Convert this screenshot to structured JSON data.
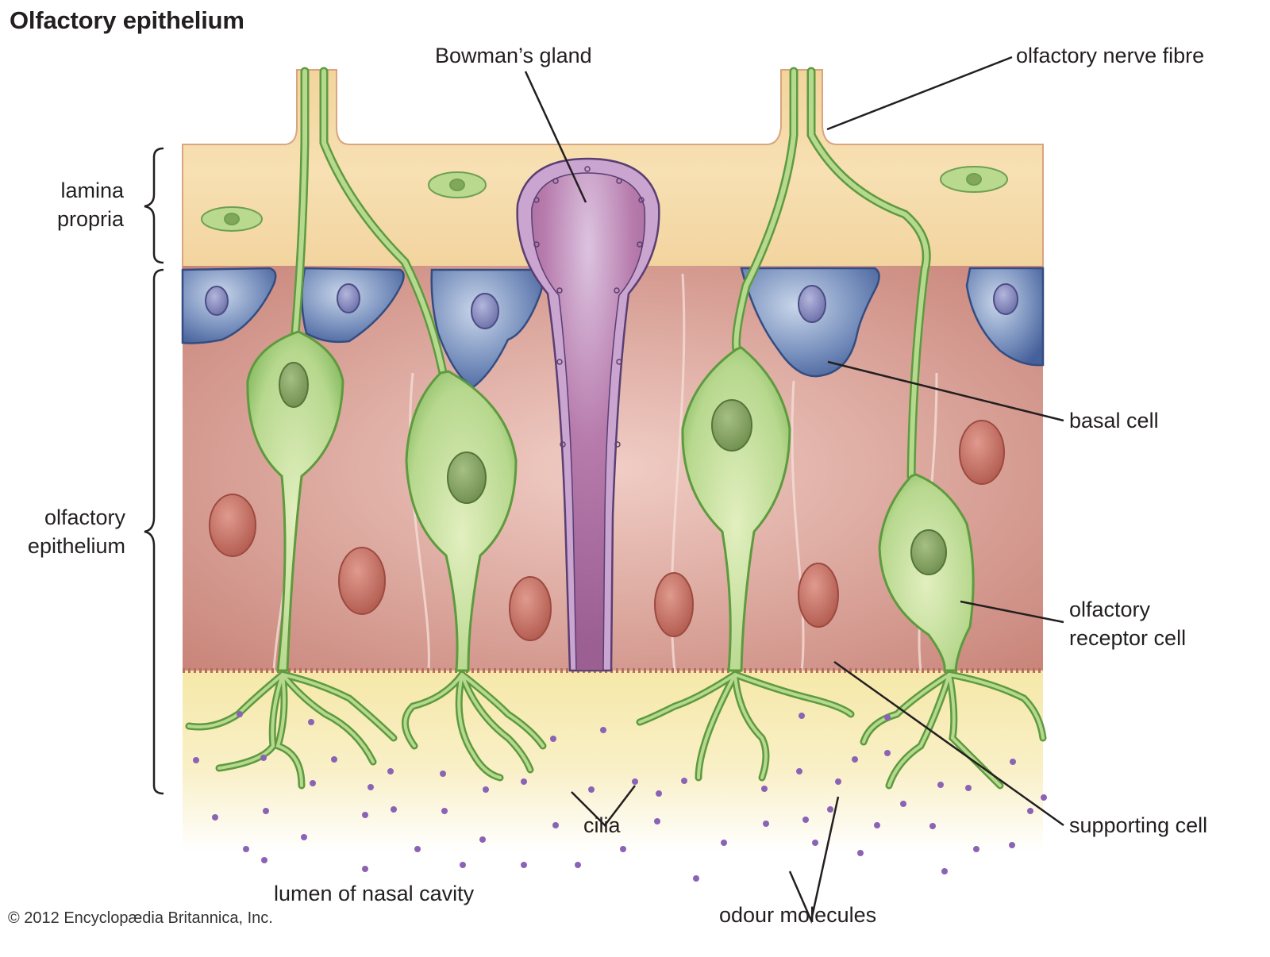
{
  "title": "Olfactory epithelium",
  "labels": {
    "bowmans_gland": "Bowman’s gland",
    "olfactory_nerve_fibre": "olfactory nerve fibre",
    "lamina_propria_line1": "lamina",
    "lamina_propria_line2": "propria",
    "olfactory_epithelium_line1": "olfactory",
    "olfactory_epithelium_line2": "epithelium",
    "basal_cell": "basal cell",
    "olfactory_receptor_cell_line1": "olfactory",
    "olfactory_receptor_cell_line2": "receptor cell",
    "supporting_cell": "supporting cell",
    "cilia": "cilia",
    "odour_molecules": "odour molecules",
    "lumen_of_nasal_cavity": "lumen of nasal cavity"
  },
  "credit": "© 2012 Encyclopædia Britannica, Inc.",
  "colors": {
    "lamina_propria": "#f4d9a6",
    "supporting_cell": "#d99a8f",
    "basal_cell": "#5b78a8",
    "receptor_cell": "#a9cf7e",
    "receptor_outline": "#5e9a3e",
    "bowmans_gland": "#b77bab",
    "gland_wall": "#c9a5d0",
    "mucus_layer": "#f6eab0",
    "odour_molecule": "#8b63b5",
    "leader_line": "#231f20"
  }
}
